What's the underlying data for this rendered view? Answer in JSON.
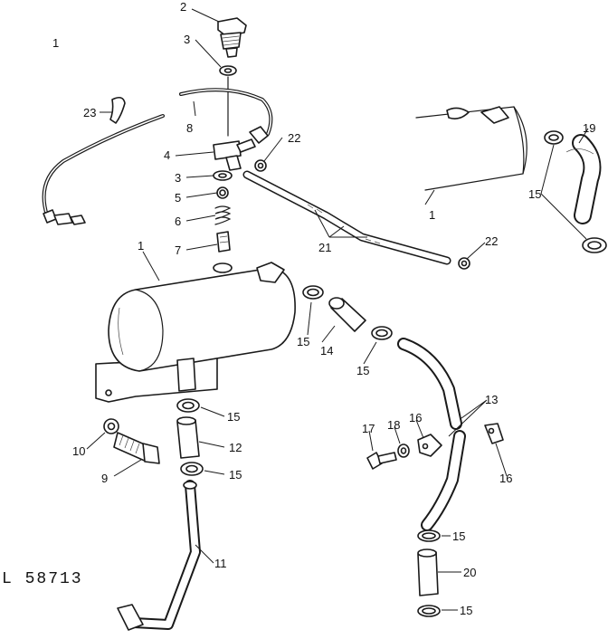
{
  "reference": "L  58713",
  "corner_mark": "1",
  "callouts": [
    {
      "id": "c2",
      "label": "2"
    },
    {
      "id": "c3a",
      "label": "3"
    },
    {
      "id": "c23",
      "label": "23"
    },
    {
      "id": "c8",
      "label": "8"
    },
    {
      "id": "c4",
      "label": "4"
    },
    {
      "id": "c22a",
      "label": "22"
    },
    {
      "id": "c3b",
      "label": "3"
    },
    {
      "id": "c5",
      "label": "5"
    },
    {
      "id": "c6",
      "label": "6"
    },
    {
      "id": "c7",
      "label": "7"
    },
    {
      "id": "c1a",
      "label": "1"
    },
    {
      "id": "c21",
      "label": "21"
    },
    {
      "id": "c22b",
      "label": "22"
    },
    {
      "id": "c1b",
      "label": "1"
    },
    {
      "id": "c19",
      "label": "19"
    },
    {
      "id": "c15a",
      "label": "15"
    },
    {
      "id": "c15b",
      "label": "15"
    },
    {
      "id": "c14",
      "label": "14"
    },
    {
      "id": "c15c",
      "label": "15"
    },
    {
      "id": "c13",
      "label": "13"
    },
    {
      "id": "c15d",
      "label": "15"
    },
    {
      "id": "c10",
      "label": "10"
    },
    {
      "id": "c12",
      "label": "12"
    },
    {
      "id": "c9",
      "label": "9"
    },
    {
      "id": "c15e",
      "label": "15"
    },
    {
      "id": "c17",
      "label": "17"
    },
    {
      "id": "c18",
      "label": "18"
    },
    {
      "id": "c16a",
      "label": "16"
    },
    {
      "id": "c16b",
      "label": "16"
    },
    {
      "id": "c15f",
      "label": "15"
    },
    {
      "id": "c11",
      "label": "11"
    },
    {
      "id": "c20",
      "label": "20"
    },
    {
      "id": "c15g",
      "label": "15"
    }
  ]
}
